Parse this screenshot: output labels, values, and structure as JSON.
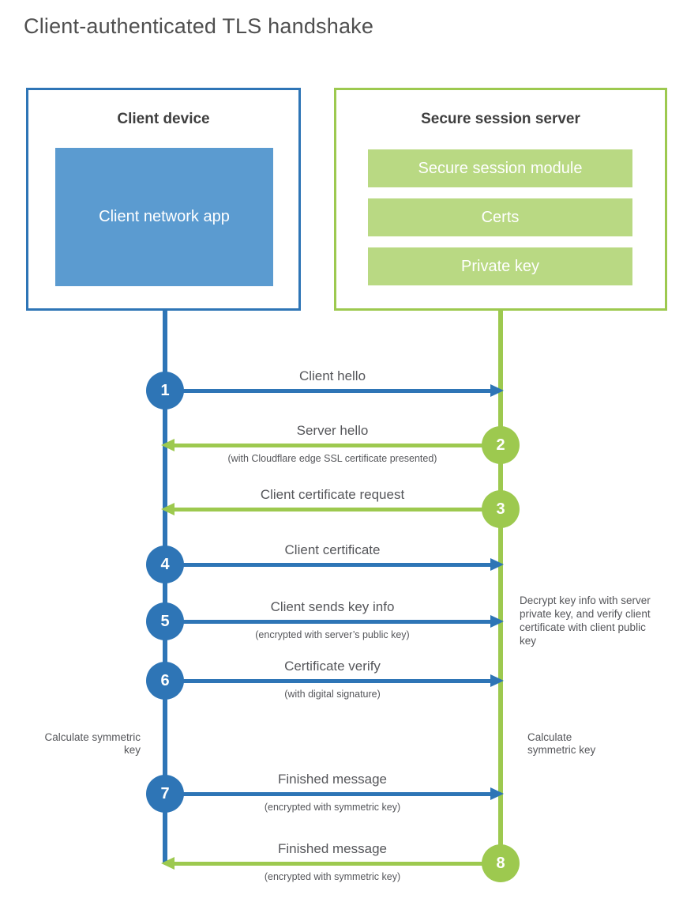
{
  "title": "Client-authenticated TLS handshake",
  "colors": {
    "blue_line": "#2e75b6",
    "blue_fill": "#5b9bd0",
    "green_line": "#9dc94f",
    "green_fill": "#b9d983",
    "heading_text": "#3f3f3f",
    "label_text": "#55565a"
  },
  "client": {
    "title": "Client device",
    "app_label": "Client network app"
  },
  "server": {
    "title": "Secure session server",
    "modules": [
      "Secure session module",
      "Certs",
      "Private key"
    ]
  },
  "steps": [
    {
      "num": "1",
      "from": "client",
      "to": "server",
      "label": "Client hello",
      "sublabel": ""
    },
    {
      "num": "2",
      "from": "server",
      "to": "client",
      "label": "Server hello",
      "sublabel": "(with Cloudflare edge SSL certificate presented)"
    },
    {
      "num": "3",
      "from": "server",
      "to": "client",
      "label": "Client certificate request",
      "sublabel": ""
    },
    {
      "num": "4",
      "from": "client",
      "to": "server",
      "label": "Client certificate",
      "sublabel": ""
    },
    {
      "num": "5",
      "from": "client",
      "to": "server",
      "label": "Client sends key info",
      "sublabel": "(encrypted with server’s public key)"
    },
    {
      "num": "6",
      "from": "client",
      "to": "server",
      "label": "Certificate verify",
      "sublabel": "(with digital signature)"
    },
    {
      "num": "7",
      "from": "client",
      "to": "server",
      "label": "Finished message",
      "sublabel": "(encrypted with symmetric key)"
    },
    {
      "num": "8",
      "from": "server",
      "to": "client",
      "label": "Finished message",
      "sublabel": "(encrypted with symmetric key)"
    }
  ],
  "notes": {
    "decrypt": "Decrypt key info with server private key, and verify client certificate with client public key",
    "calc_left": "Calculate symmetric key",
    "calc_right": "Calculate symmetric key"
  }
}
